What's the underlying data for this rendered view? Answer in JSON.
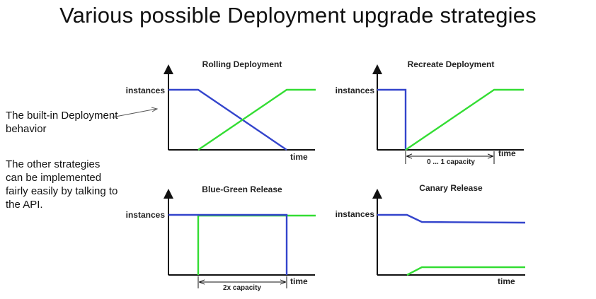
{
  "slide": {
    "title": "Various possible Deployment upgrade strategies"
  },
  "notes": {
    "builtin": [
      "The built-in Deployment",
      "behavior"
    ],
    "other": [
      "The other strategies",
      "can be implemented",
      "fairly easily by talking to",
      "the API."
    ]
  },
  "panels": {
    "rolling": {
      "title": "Rolling Deployment",
      "y_label": "instances",
      "x_label": "time"
    },
    "recreate": {
      "title": "Recreate Deployment",
      "y_label": "instances",
      "x_label": "time",
      "span_label": "0 ... 1 capacity"
    },
    "bluegreen": {
      "title": "Blue-Green Release",
      "y_label": "instances",
      "x_label": "time",
      "span_label": "2x capacity"
    },
    "canary": {
      "title": "Canary Release",
      "y_label": "instances",
      "x_label": "time"
    }
  },
  "colors": {
    "old_version": "#3344cc",
    "new_version": "#33dd33",
    "axis": "#111111"
  }
}
